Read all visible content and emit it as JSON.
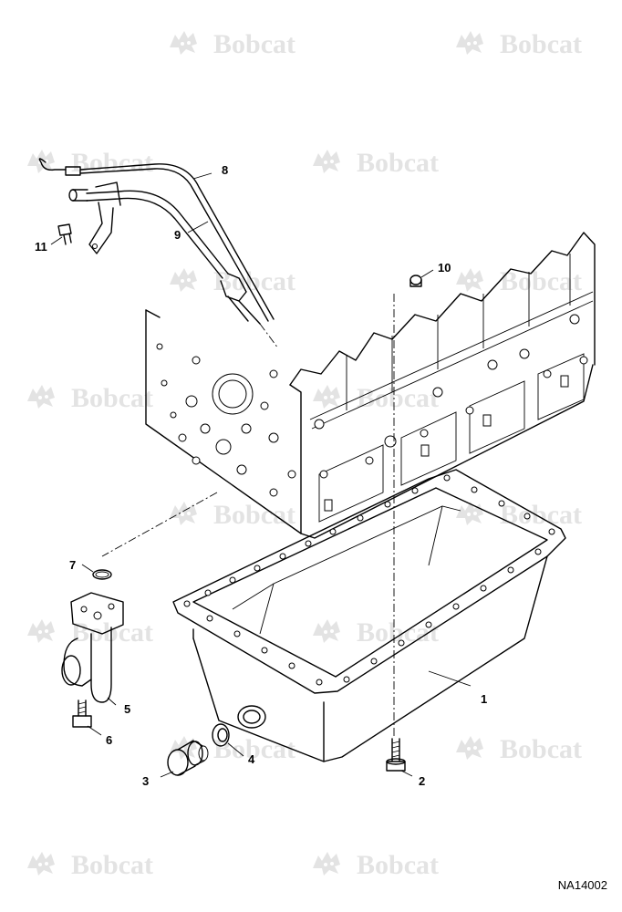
{
  "watermark": {
    "brand": "Bobcat",
    "registered_mark": "."
  },
  "callouts": [
    {
      "id": "1",
      "part": "oil-pan"
    },
    {
      "id": "2",
      "part": "pan-bolt"
    },
    {
      "id": "3",
      "part": "drain-plug"
    },
    {
      "id": "4",
      "part": "drain-washer"
    },
    {
      "id": "5",
      "part": "oil-strainer"
    },
    {
      "id": "6",
      "part": "strainer-bolt"
    },
    {
      "id": "7",
      "part": "o-ring"
    },
    {
      "id": "8",
      "part": "dipstick"
    },
    {
      "id": "9",
      "part": "dipstick-tube"
    },
    {
      "id": "10",
      "part": "plug"
    },
    {
      "id": "11",
      "part": "tube-bracket-bolt"
    }
  ],
  "drawing_number": "NA14002",
  "colors": {
    "line": "#000000",
    "watermark": "#e3e3e3",
    "background": "#ffffff"
  },
  "icons": [
    "bobcat-logo-icon"
  ]
}
